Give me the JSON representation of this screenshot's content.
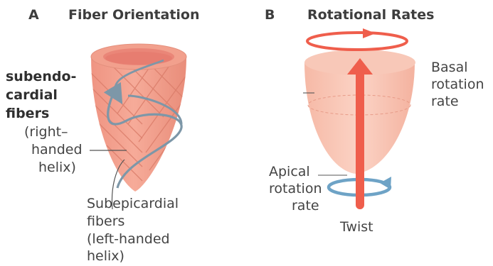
{
  "panel_a": {
    "letter": "A",
    "title": "Fiber Orientation",
    "subendo_lines": [
      "subendo-",
      "cardial",
      "fibers"
    ],
    "handed_lines": [
      "(right–",
      "handed",
      "helix)"
    ],
    "subepi_lines": [
      "Subepicardial",
      "fibers",
      "(left-handed",
      "helix)"
    ]
  },
  "panel_b": {
    "letter": "B",
    "title": "Rotational Rates",
    "basal_lines": [
      "Basal",
      "rotation",
      "rate"
    ],
    "apical_lines": [
      "Apical",
      "rotation",
      "rate"
    ],
    "twist": "Twist"
  },
  "colors": {
    "heart_fill": "#f3a492",
    "heart_light": "#f8c4b4",
    "fiber_line": "#d97b68",
    "helix_arrow": "#7d97a8",
    "red_arrow": "#ef5e4c",
    "blue_arrow": "#6ea3c6",
    "leader_line": "#555555"
  }
}
